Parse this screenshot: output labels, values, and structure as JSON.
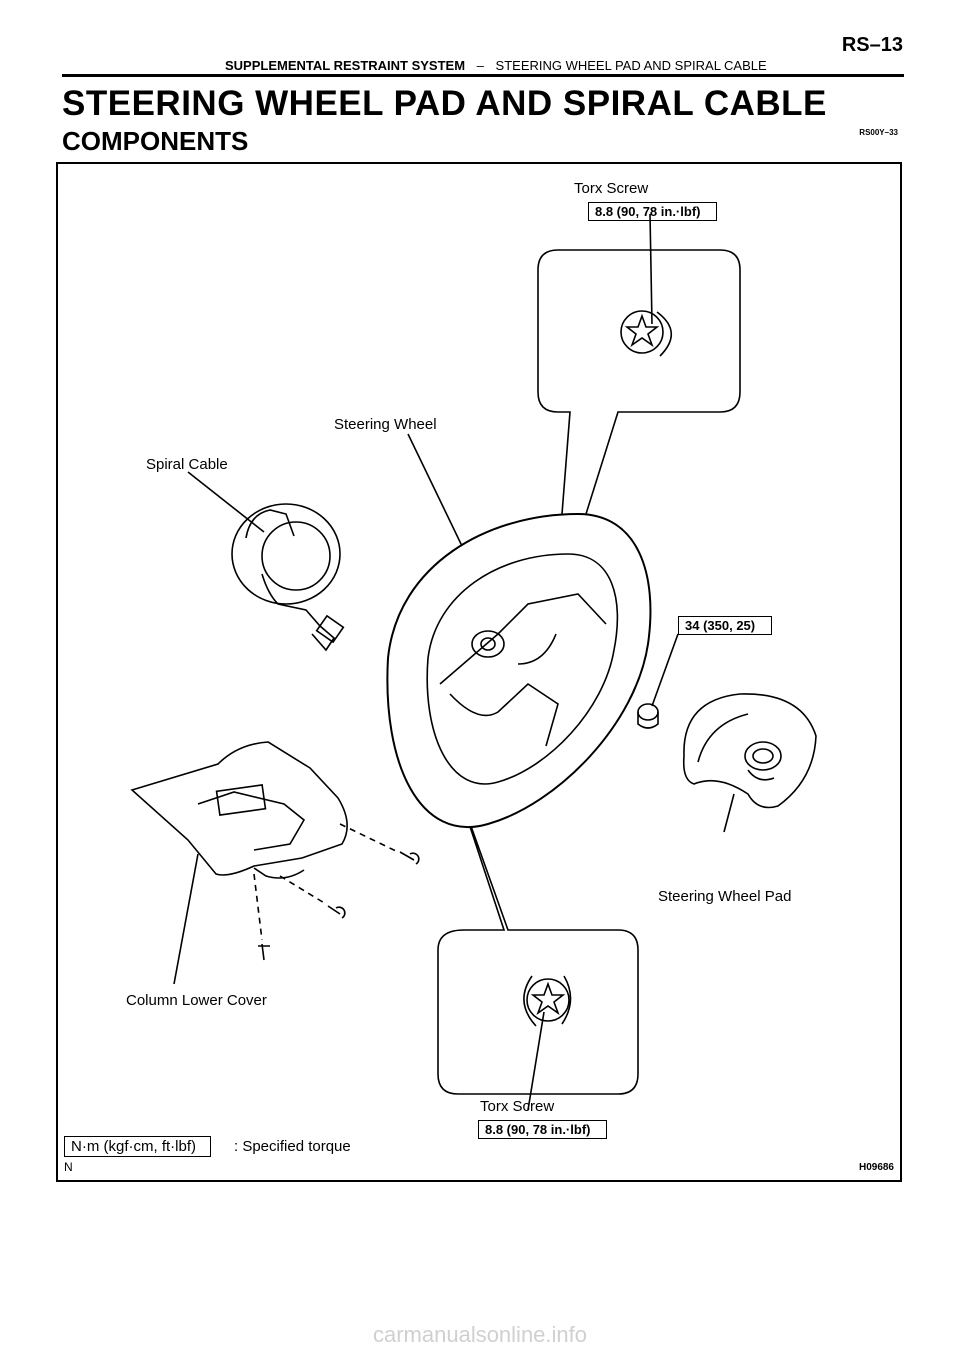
{
  "header": {
    "page_number": "RS–13",
    "section": "SUPPLEMENTAL RESTRAINT SYSTEM",
    "separator": "–",
    "subsection": "STEERING WHEEL PAD AND SPIRAL CABLE"
  },
  "title": "STEERING WHEEL PAD AND SPIRAL CABLE",
  "subtitle": "COMPONENTS",
  "doc_code": "RS00Y–33",
  "figure": {
    "labels": {
      "torx_screw_top": "Torx Screw",
      "torx_torque_top": "8.8 (90, 78 in.·lbf)",
      "steering_wheel": "Steering Wheel",
      "spiral_cable": "Spiral Cable",
      "nut_torque": "34 (350, 25)",
      "steering_wheel_pad": "Steering Wheel Pad",
      "column_lower_cover": "Column Lower Cover",
      "torx_screw_bottom": "Torx Screw",
      "torx_torque_bottom": "8.8 (90, 78 in.·lbf)"
    },
    "legend": {
      "unit_box": "N·m (kgf·cm, ft·lbf)",
      "meaning": ": Specified torque"
    },
    "corner_left": "N",
    "figure_id": "H09686"
  },
  "watermark": "carmanualsonline.info"
}
